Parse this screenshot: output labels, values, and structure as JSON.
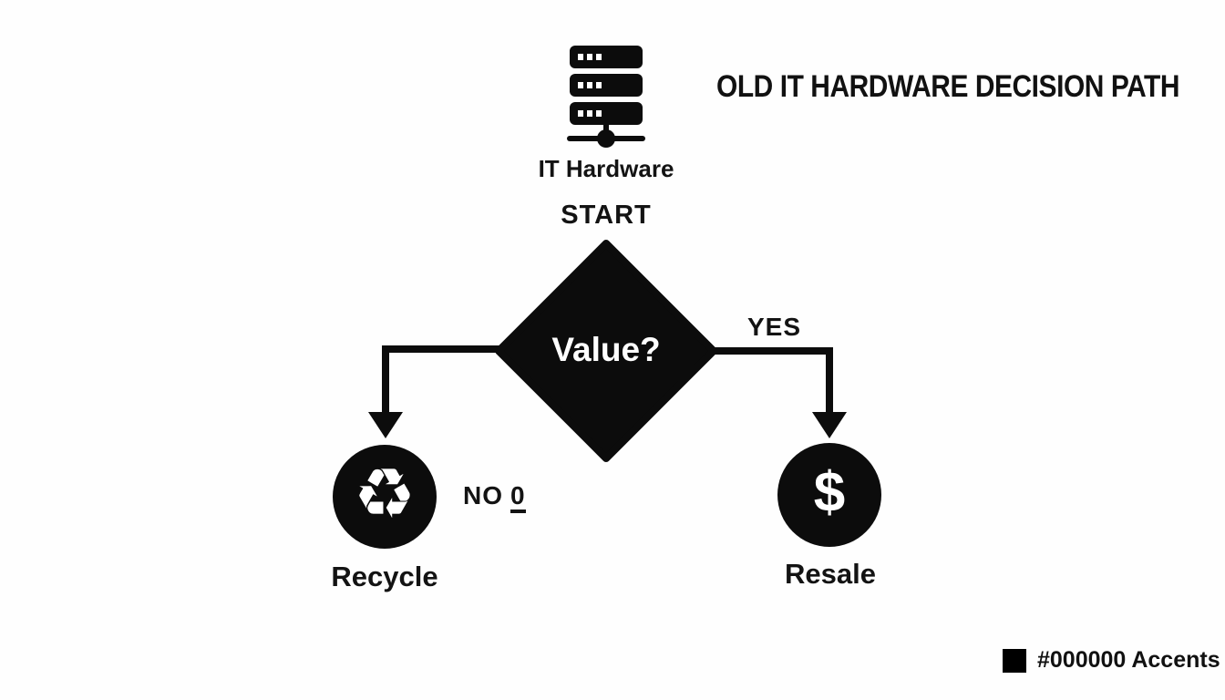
{
  "title": "OLD IT HARDWARE DECISION PATH",
  "colors": {
    "accent": "#000000",
    "background": "#ffffff",
    "node_fill": "#0c0c0c",
    "node_text": "#ffffff"
  },
  "flowchart": {
    "start_node": {
      "icon": "server-icon",
      "label": "IT Hardware",
      "start_label": "START"
    },
    "decision": {
      "shape": "diamond",
      "label": "Value?"
    },
    "branches": {
      "yes": {
        "label": "YES",
        "node": {
          "icon": "dollar-icon",
          "glyph": "$",
          "label": "Resale"
        }
      },
      "no": {
        "label": "NO",
        "suffix": "0",
        "node": {
          "icon": "recycle-icon",
          "glyph": "♻",
          "label": "Recycle"
        }
      }
    }
  },
  "legend": {
    "swatch_color": "#000000",
    "label": "#000000 Accents"
  }
}
